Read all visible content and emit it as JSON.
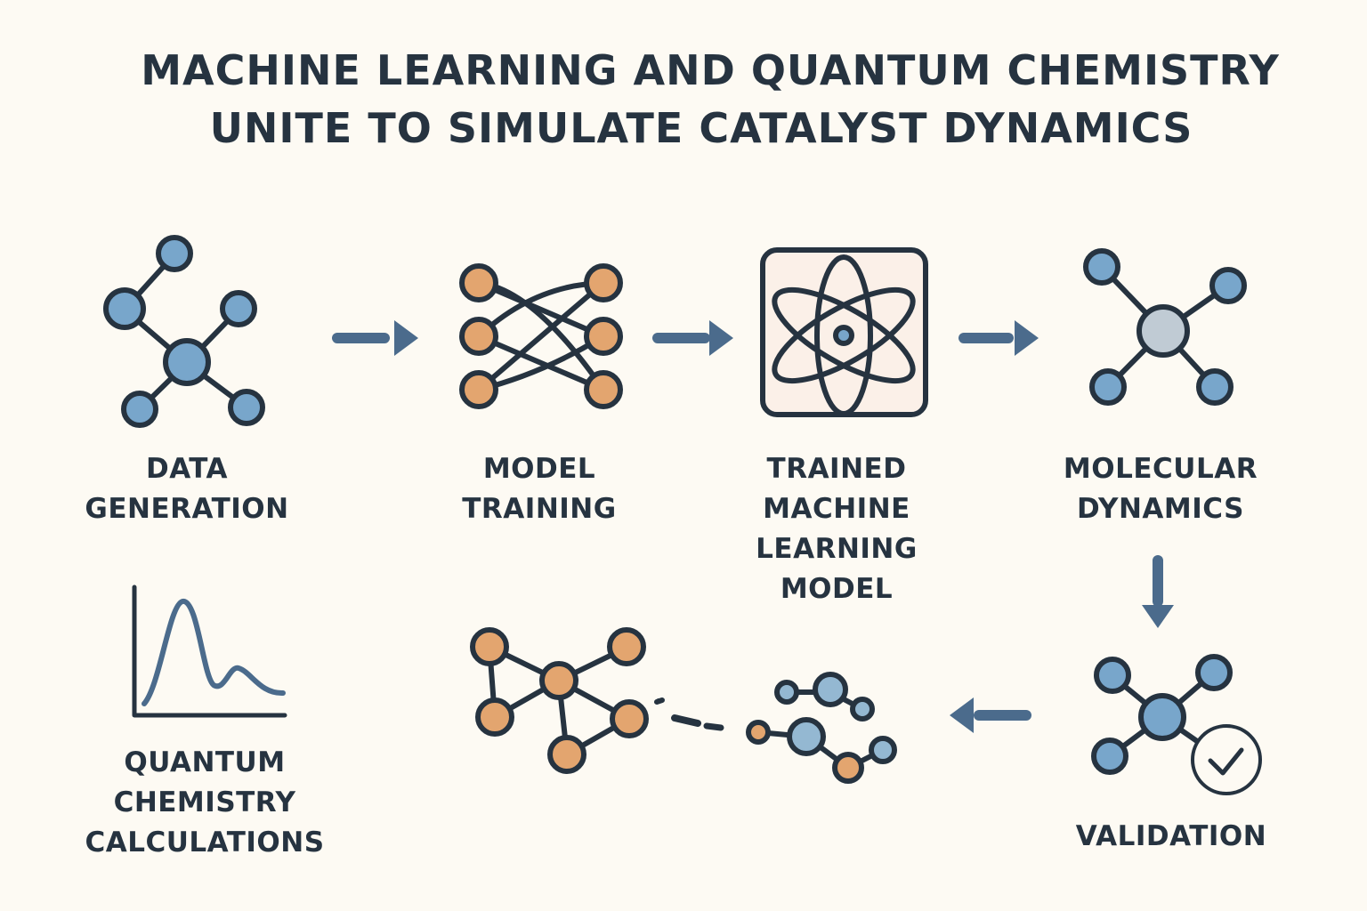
{
  "title": {
    "line1": "MACHINE LEARNING AND QUANTUM CHEMISTRY",
    "line2": "UNITE TO SIMULATE CATALYST DYNAMICS"
  },
  "colors": {
    "background": "#fdfaf3",
    "outline": "#263340",
    "blue_node": "#78a6cb",
    "orange_node": "#e3a56f",
    "gray_node": "#c0cbd4",
    "arrow": "#4b6b8c",
    "atom_box_fill": "#fbf0e8"
  },
  "steps": [
    {
      "id": "data-generation",
      "lines": [
        "DATA",
        "GENERATION"
      ],
      "icon": "molecule-network-icon"
    },
    {
      "id": "model-training",
      "lines": [
        "MODEL",
        "TRAINING"
      ],
      "icon": "neural-network-icon"
    },
    {
      "id": "trained-model",
      "lines": [
        "TRAINED",
        "MACHINE",
        "LEARNING",
        "MODEL"
      ],
      "icon": "atom-icon"
    },
    {
      "id": "molecular-dynamics",
      "lines": [
        "MOLECULAR",
        "DYNAMICS"
      ],
      "icon": "molecule-hub-icon"
    },
    {
      "id": "validation",
      "lines": [
        "VALIDATION"
      ],
      "icon": "validated-molecule-icon"
    },
    {
      "id": "quantum-chemistry",
      "lines": [
        "QUANTUM",
        "CHEMISTRY",
        "CALCULATIONS"
      ],
      "icon": "spectrum-chart-icon"
    }
  ],
  "flow": [
    {
      "from": "data-generation",
      "to": "model-training",
      "direction": "right"
    },
    {
      "from": "model-training",
      "to": "trained-model",
      "direction": "right"
    },
    {
      "from": "trained-model",
      "to": "molecular-dynamics",
      "direction": "right"
    },
    {
      "from": "molecular-dynamics",
      "to": "validation",
      "direction": "down"
    },
    {
      "from": "validation",
      "to": "catalyst-reaction",
      "direction": "left"
    }
  ],
  "extra_icons": [
    "catalyst-reaction-icon"
  ]
}
